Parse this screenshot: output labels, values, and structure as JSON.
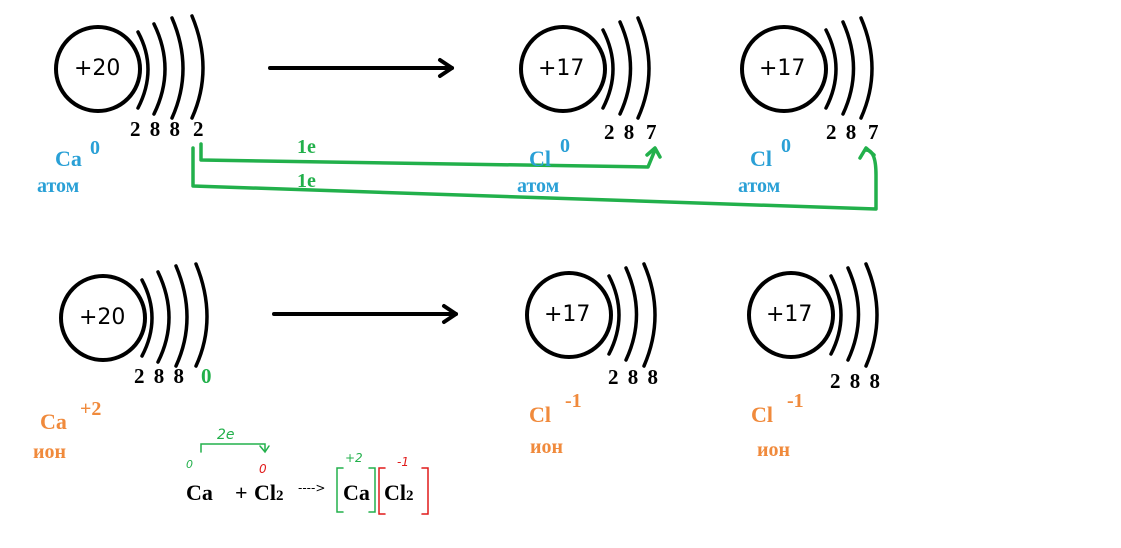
{
  "colors": {
    "atom_label": "#2aa0d6",
    "ion_label": "#f08a3c",
    "electron_path": "#22b04b",
    "redox_red": "#e01a1a",
    "ink": "#000000"
  },
  "row1": {
    "ca": {
      "nucleus": "+20",
      "shell_main": "2 8 8",
      "shell_valence": "2",
      "symbol": "Ca",
      "charge": "0",
      "kind": "атом"
    },
    "cl_a": {
      "nucleus": "+17",
      "shell_main": "2 8",
      "shell_valence": "7",
      "symbol": "Cl",
      "charge": "0",
      "kind": "атом"
    },
    "cl_b": {
      "nucleus": "+17",
      "shell_main": "2 8",
      "shell_valence": "7",
      "symbol": "Cl",
      "charge": "0",
      "kind": "атом"
    },
    "transfer_labels": [
      "1e",
      "1e"
    ]
  },
  "row2": {
    "ca": {
      "nucleus": "+20",
      "shell_main": "2 8 8",
      "shell_valence": "0",
      "symbol": "Ca",
      "charge": "+2",
      "kind": "ион"
    },
    "cl_a": {
      "nucleus": "+17",
      "shell_main": "2 8 8",
      "symbol": "Cl",
      "charge": "-1",
      "kind": "ион"
    },
    "cl_b": {
      "nucleus": "+17",
      "shell_main": "2 8 8",
      "symbol": "Cl",
      "charge": "-1",
      "kind": "ион"
    }
  },
  "equation": {
    "ca": "Ca",
    "plus": "+",
    "cl": "Cl",
    "cl_sub": "2",
    "arrow": "---->",
    "prod_ca": "Ca",
    "prod_cl": "Cl",
    "prod_cl_sub": "2",
    "ca_ox": "0",
    "cl_ox": "0",
    "transfer": "2e",
    "prod_ca_charge": "+2",
    "prod_cl_charge": "-1"
  }
}
